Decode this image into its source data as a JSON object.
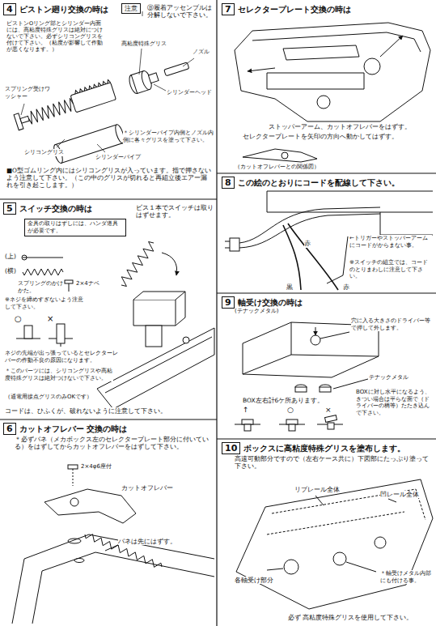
{
  "diagram": {
    "nodes": [
      {
        "text": [
          "4",
          "ピストン廻り交換の時は"
        ]
      },
      {
        "text": [
          "注意"
        ]
      },
      {
        "text": [
          "5",
          "スイッチ交換の時は"
        ]
      },
      {
        "text": [
          "金具の取りはずしには、ハンダ道具が必要です。"
        ]
      },
      {
        "text": [
          "6",
          "カットオフレバー 交換の時は"
        ]
      },
      {
        "text": [
          "7",
          "セレクタープレート交換の時は"
        ]
      },
      {
        "text": [
          "8",
          "この絵のとおりにコードを配線して下さい。"
        ]
      },
      {
        "text": [
          "9",
          "軸受け交換の時は"
        ]
      },
      {
        "text": [
          "10",
          "ボックスに高粘度特殊グリスを塗布します。"
        ]
      }
    ],
    "labels": [
      "Ⓑ履着アッセンブルは分解しないで下さい。",
      "ピストンOリング部とシリンダー内面には、高粘度特殊グリスは絶対につけないで下さい。必ずシリコングリスを付けて下さい。（粘度が影響して作動が悪くなります。）",
      "高粘度特殊グリス",
      "ノズル",
      "シリンダーヘッド",
      "スプリング受けワッシャー",
      "シリンダーパイプ",
      "シリコングリス",
      "＊シリンダーパイプ内側とノズル内側に各々グリスを塗って下さい。",
      "■O型ゴムリング内にはシリコングリスが入っています。指で押さないよう注意して下さい。（この中のグリスが切れると再組立後エアー漏れを引き起こします。）",
      "ビス１本でスイッチは取りはずせます。",
      "(上)",
      "(横)",
      "スプリングのかけかた。",
      "2×4ナベ",
      "※ネジを締めすぎないよう注意して下さい。",
      "○",
      "×",
      "ネジの先端が出っ張っているとセレクターレバーの作動不良の原因になります。",
      "＊このパーツには、シリコングリスや高粘度特殊グリスは絶対つけないで下さい。",
      "（通電用接点グリスのみOKです）",
      "コードは、ひふくが、破れないように注意して下さい。",
      "＊必ずバネ（メカボックス左のセレクタープレート部分に付いている）をはずしてからカットオフレバーをはずして下さい。",
      "2×4φ6座付",
      "カットオフレバー",
      "バネは先にはずす。",
      "ストッパーアーム、カットオフレバーをはずす。",
      "セレクタープレートを矢印の方向へ動かしてはずす。",
      "（カットオフレバーとの関係図）",
      "赤",
      "赤",
      "黒",
      "←トリガーやストッパーアームにコードがからまない事。",
      "※スイッチの組立では、コードのとりまわしに注意して下さい。",
      "(テナックメタル)",
      "穴に入る大きさのドライバー等で押して外します。",
      "テナックメタル",
      "BOX左右計6ケ所あります。",
      "↑",
      "○",
      "×",
      "BOXに対し水平になるよう、きつい場合は平らな面で（ドライバーの柄等）たたき込んで下さい。",
      "高速可動部分ですので（左右ケース共に）下図部にたっぷり塗って下さい。",
      "リブレール全体",
      "凹レール全体",
      "各軸受け部分",
      "＊軸受けメタル内部にも付ける事。",
      "必ず 高粘度特殊グリスを使用して下さい。"
    ]
  }
}
